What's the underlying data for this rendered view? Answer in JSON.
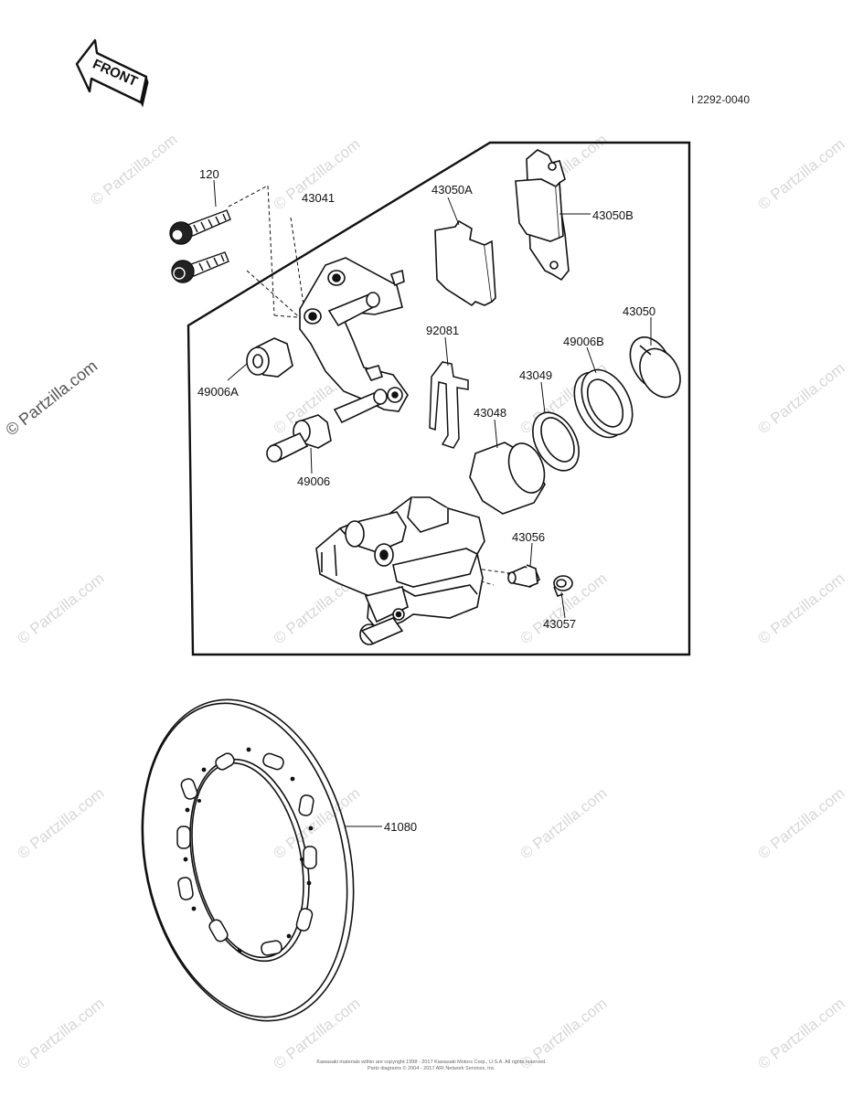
{
  "diagram_code": "I 2292-0040",
  "front_label": "FRONT",
  "watermark": "© Partzilla.com",
  "parts": {
    "p120": "120",
    "p43041": "43041",
    "p43050A": "43050A",
    "p43050B": "43050B",
    "p43050": "43050",
    "p92081": "92081",
    "p49006B": "49006B",
    "p49006A": "49006A",
    "p43049": "43049",
    "p43048": "43048",
    "p49006": "49006",
    "p43056": "43056",
    "p43057": "43057",
    "p41080": "41080"
  },
  "copyright": {
    "line1": "Kawasaki materials within are copyright 1998 - 2017 Kawasaki Motors Corp., U.S.A.  All rights reserved.",
    "line2": "Parts diagrams © 2004 - 2017 ARI Network Services, Inc."
  }
}
